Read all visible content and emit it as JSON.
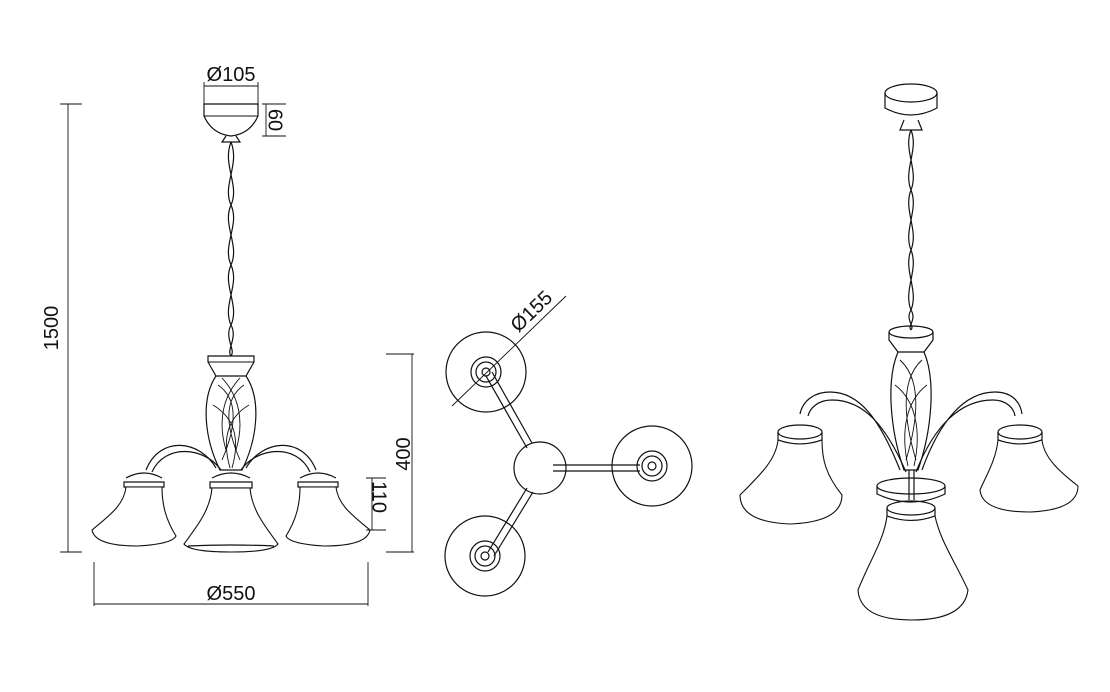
{
  "dimensions": {
    "canopy_diameter": "Ø105",
    "canopy_height": "60",
    "overall_height": "1500",
    "body_height": "400",
    "shade_height": "110",
    "overall_diameter": "Ø550",
    "shade_diameter": "Ø155"
  },
  "colors": {
    "line": "#111111",
    "background": "#ffffff"
  }
}
